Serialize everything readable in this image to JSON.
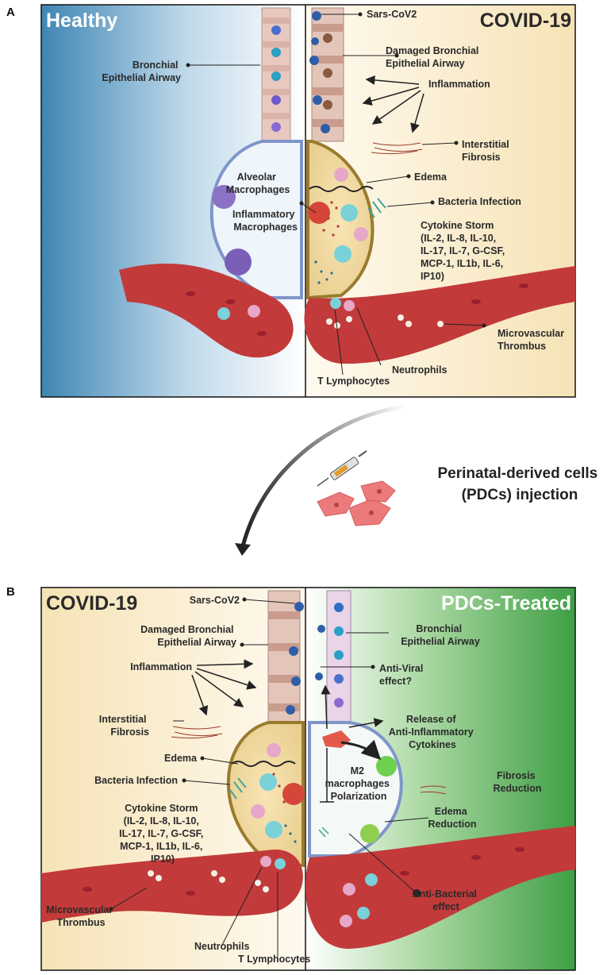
{
  "panel_a": {
    "letter": "A",
    "left_title": "Healthy",
    "right_title": "COVID-19",
    "labels": {
      "bronchial": [
        "Bronchial",
        "Epithelial Airway"
      ],
      "alveolar": [
        "Alveolar",
        "Macrophages"
      ],
      "inflammatory": [
        "Inflammatory",
        "Macrophages"
      ],
      "sars": "Sars-CoV2",
      "damaged": [
        "Damaged Bronchial",
        "Epithelial Airway"
      ],
      "inflammation": "Inflammation",
      "fibrosis": [
        "Interstitial",
        "Fibrosis"
      ],
      "edema": "Edema",
      "bacteria": "Bacteria Infection",
      "cytokine": [
        "Cytokine Storm",
        "(IL-2, IL-8, IL-10,",
        "IL-17, IL-7, G-CSF,",
        "MCP-1, IL1b, IL-6,",
        "IP10)"
      ],
      "thrombus": [
        "Microvascular",
        "Thrombus"
      ],
      "neutrophils": "Neutrophils",
      "tlymph": "T Lymphocytes"
    }
  },
  "transition": {
    "text": [
      "Perinatal-derived cells",
      "(PDCs) injection"
    ]
  },
  "panel_b": {
    "letter": "B",
    "left_title": "COVID-19",
    "right_title": "PDCs-Treated",
    "labels": {
      "sars": "Sars-CoV2",
      "damaged": [
        "Damaged Bronchial",
        "Epithelial Airway"
      ],
      "inflammation": "Inflammation",
      "fibrosis": [
        "Interstitial",
        "Fibrosis"
      ],
      "edema": "Edema",
      "bacteria": "Bacteria Infection",
      "cytokine": [
        "Cytokine Storm",
        "(IL-2, IL-8, IL-10,",
        "IL-17, IL-7, G-CSF,",
        "MCP-1, IL1b, IL-6,",
        "IP10)"
      ],
      "thrombus": [
        "Microvascular",
        "Thrombus"
      ],
      "neutrophils": "Neutrophils",
      "tlymph": "T Lymphocytes",
      "bronchial": [
        "Bronchial",
        "Epithelial Airway"
      ],
      "antiviral": [
        "Anti-Viral",
        "effect?"
      ],
      "release": [
        "Release of",
        "Anti-Inflammatory",
        "Cytokines"
      ],
      "m2": [
        "M2",
        "macrophages",
        "Polarization"
      ],
      "fibrosis_red": [
        "Fibrosis",
        "Reduction"
      ],
      "edema_red": [
        "Edema",
        "Reduction"
      ],
      "antibacterial": [
        "Anti-Bacterial",
        "effect"
      ]
    }
  },
  "colors": {
    "healthy_blue": "#3f86b4",
    "covid_cream": "#f7e6bd",
    "treated_green": "#43a548",
    "vessel_red": "#c23a3a",
    "arrow_dark": "#222222"
  }
}
